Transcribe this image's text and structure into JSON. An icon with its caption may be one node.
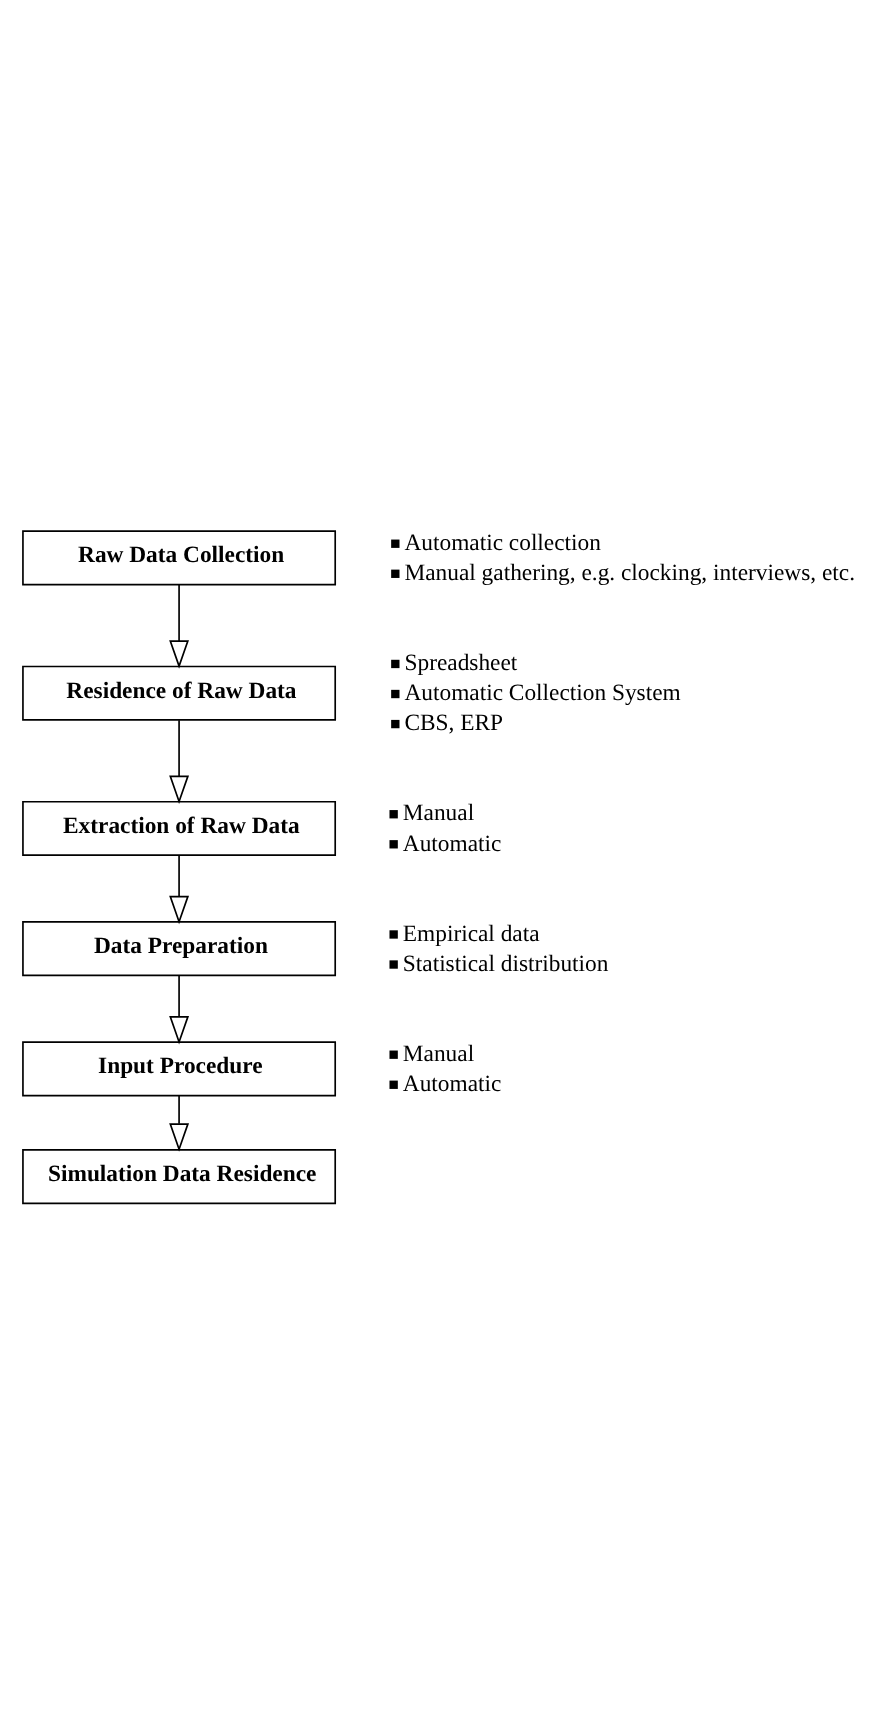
{
  "diagram": {
    "nodes": [
      {
        "text": [
          "Raw Data Collection"
        ],
        "beside": [
          "Automatic collection",
          "Manual gathering, e.g. clocking, interviews, etc."
        ]
      },
      {
        "text": [
          "Residence of Raw Data"
        ],
        "beside": [
          "Spreadsheet",
          "Automatic Collection System",
          "CBS, ERP"
        ]
      },
      {
        "text": [
          "Extraction of Raw Data"
        ],
        "beside": [
          "Manual",
          "Automatic"
        ]
      },
      {
        "text": [
          "Data Preparation"
        ],
        "beside": [
          "Empirical data",
          "Statistical distribution"
        ]
      },
      {
        "text": [
          "Input Procedure"
        ],
        "beside": [
          "Manual",
          "Automatic"
        ]
      },
      {
        "text": [
          "Simulation Data Residence"
        ]
      }
    ],
    "edges": [
      {
        "from": 0,
        "to": 1,
        "arrow": "to"
      },
      {
        "from": 1,
        "to": 2,
        "arrow": "to"
      },
      {
        "from": 2,
        "to": 3,
        "arrow": "to"
      },
      {
        "from": 3,
        "to": 4,
        "arrow": "to"
      },
      {
        "from": 4,
        "to": 5,
        "arrow": "to"
      }
    ]
  }
}
